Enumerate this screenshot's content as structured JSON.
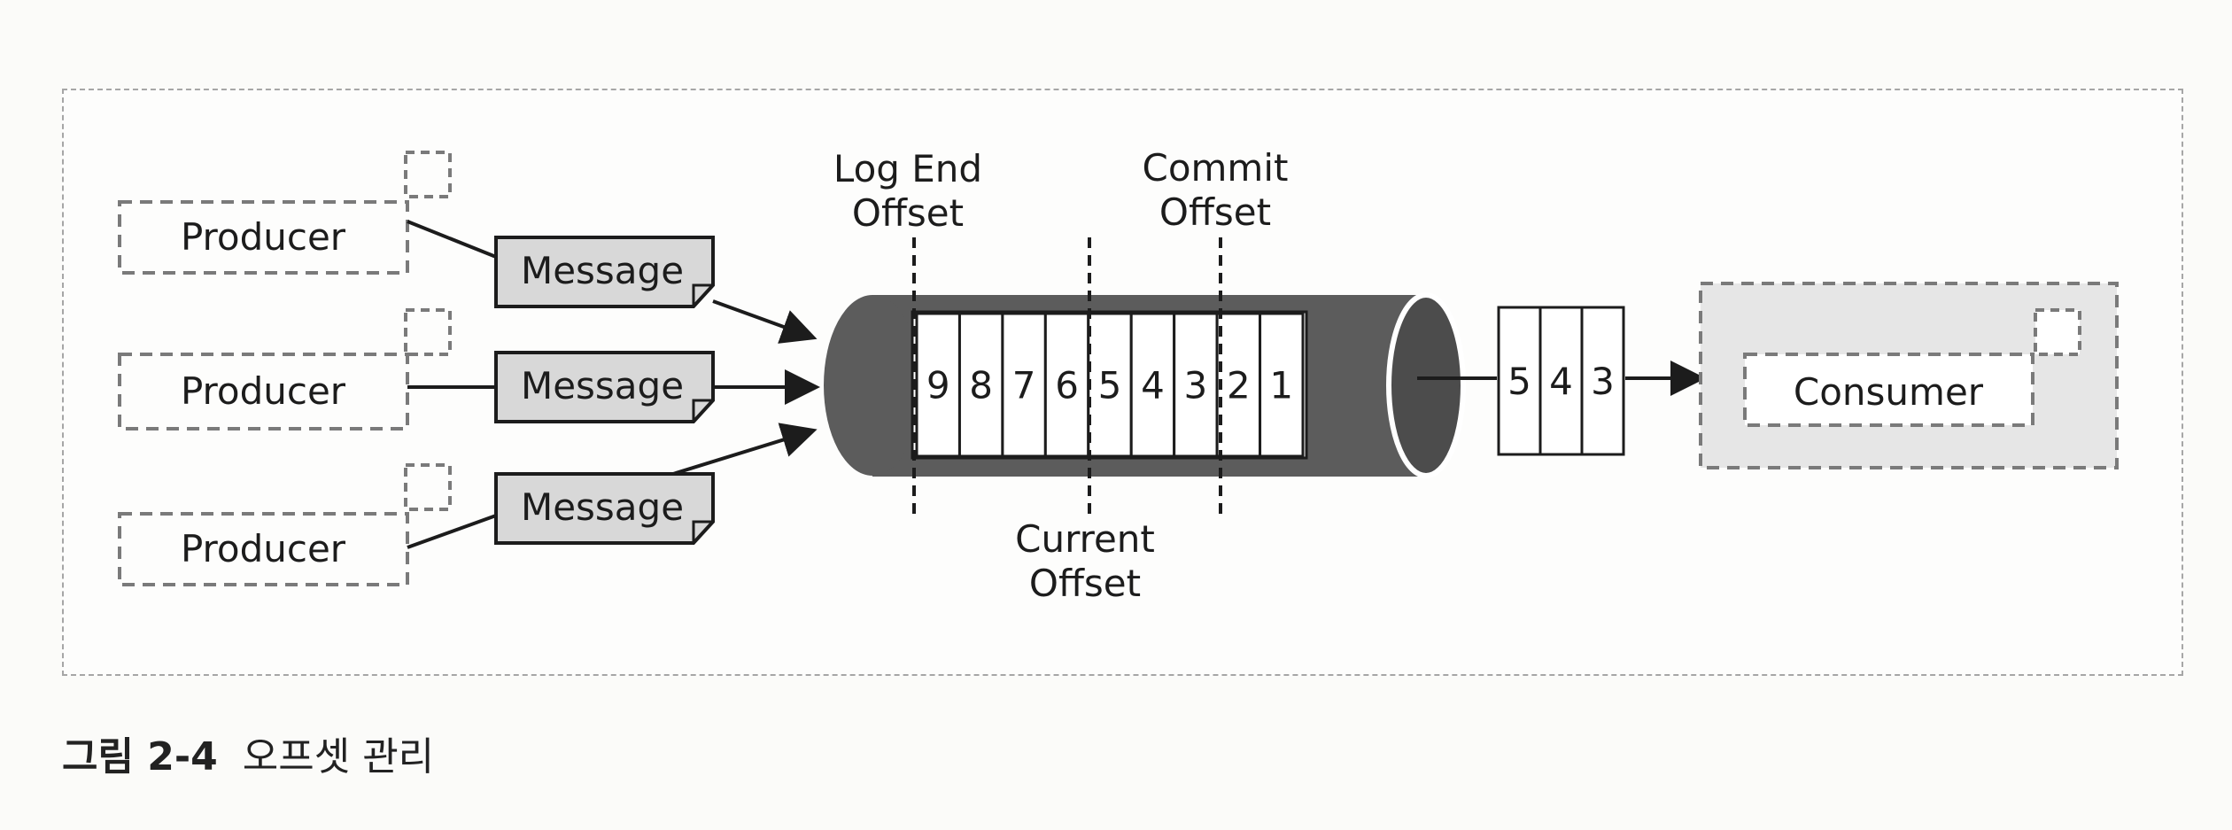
{
  "figure": {
    "producers": [
      "Producer",
      "Producer",
      "Producer"
    ],
    "messages": [
      "Message",
      "Message",
      "Message"
    ],
    "log_end_offset_label": [
      "Log End",
      "Offset"
    ],
    "commit_offset_label": [
      "Commit",
      "Offset"
    ],
    "current_offset_label": [
      "Current",
      "Offset"
    ],
    "partition_cells": [
      "9",
      "8",
      "7",
      "6",
      "5",
      "4",
      "3",
      "2",
      "1"
    ],
    "consumed_cells": [
      "5",
      "4",
      "3"
    ],
    "consumer": "Consumer",
    "colors": {
      "cylinder": "#5c5c5c",
      "message_fill": "#d8d8d8",
      "consumer_fill": "#e6e6e6",
      "dashed_border": "#7a7a7a"
    }
  },
  "caption": {
    "number": "그림 2-4",
    "title": "오프셋 관리"
  }
}
